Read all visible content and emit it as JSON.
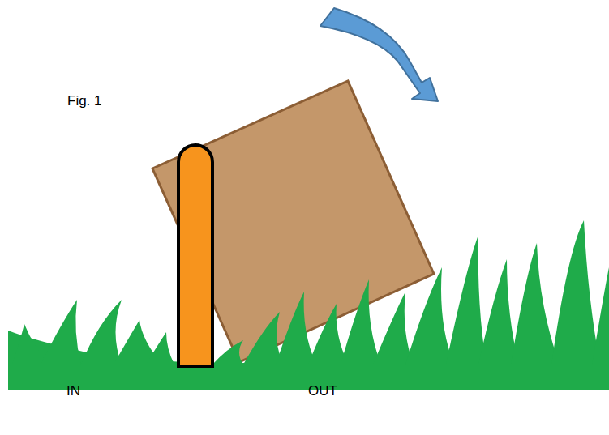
{
  "diagram": {
    "labels": [
      "Fig. 1",
      "IN",
      "OUT"
    ]
  }
}
